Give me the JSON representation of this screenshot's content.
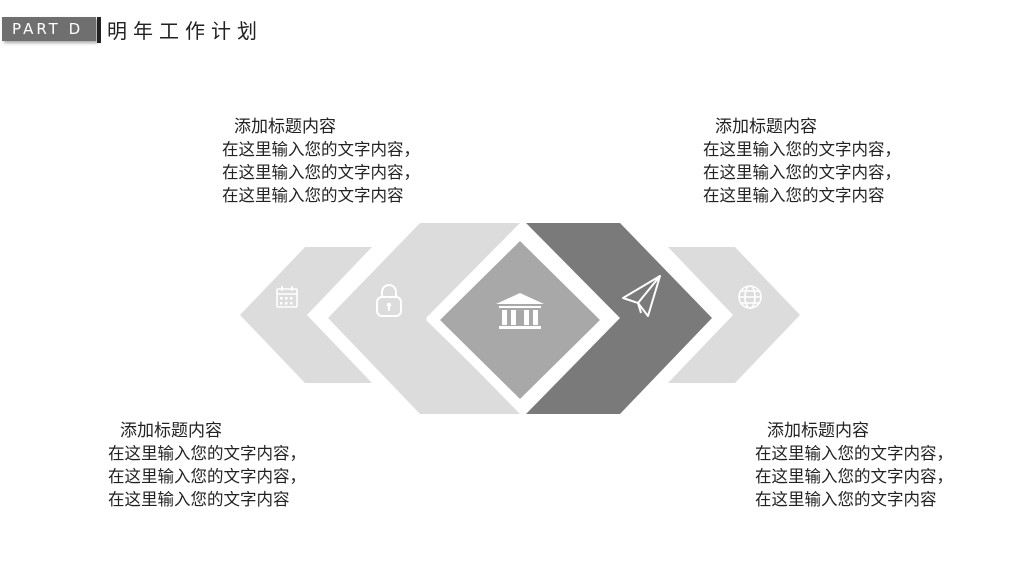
{
  "header": {
    "badge": "PART D",
    "title": "明年工作计划"
  },
  "icons": [
    "calendar-icon",
    "lock-icon",
    "bank-icon",
    "paper-plane-icon",
    "globe-icon"
  ],
  "colors": {
    "light_gray": "#dcdcdc",
    "mid_gray": "#a8a8a8",
    "dark_gray": "#7a7a7a",
    "badge_gray": "#6f6f6f"
  },
  "blocks": [
    {
      "title": "添加标题内容",
      "body": "在这里输入您的文字内容，在这里输入您的文字内容，在这里输入您的文字内容"
    },
    {
      "title": "添加标题内容",
      "body": "在这里输入您的文字内容，在这里输入您的文字内容，在这里输入您的文字内容"
    },
    {
      "title": "添加标题内容",
      "body": "在这里输入您的文字内容，在这里输入您的文字内容，在这里输入您的文字内容"
    },
    {
      "title": "添加标题内容",
      "body": "在这里输入您的文字内容，在这里输入您的文字内容，在这里输入您的文字内容"
    }
  ]
}
